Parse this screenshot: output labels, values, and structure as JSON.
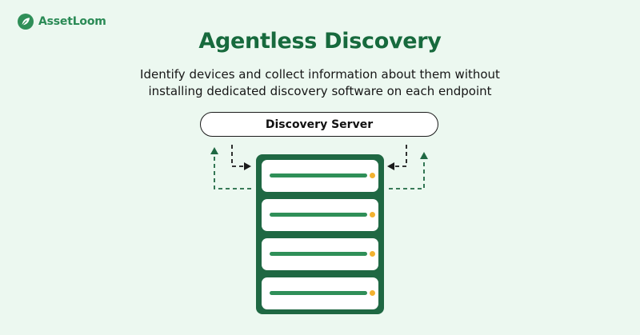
{
  "brand": {
    "name": "AssetLoom"
  },
  "heading": {
    "title": "Agentless Discovery",
    "subtitle": "Identify devices and collect information about them without installing dedicated discovery software on each endpoint"
  },
  "diagram": {
    "server_label": "Discovery Server",
    "rack_units": 4,
    "colors": {
      "title": "#176a3d",
      "rack": "#1f6843",
      "bar": "#2f8f58",
      "led": "#f2b230",
      "incoming_arrow": "#1b1b1b",
      "outgoing_arrow": "#1f6843",
      "background": "#ecf8f0"
    }
  }
}
